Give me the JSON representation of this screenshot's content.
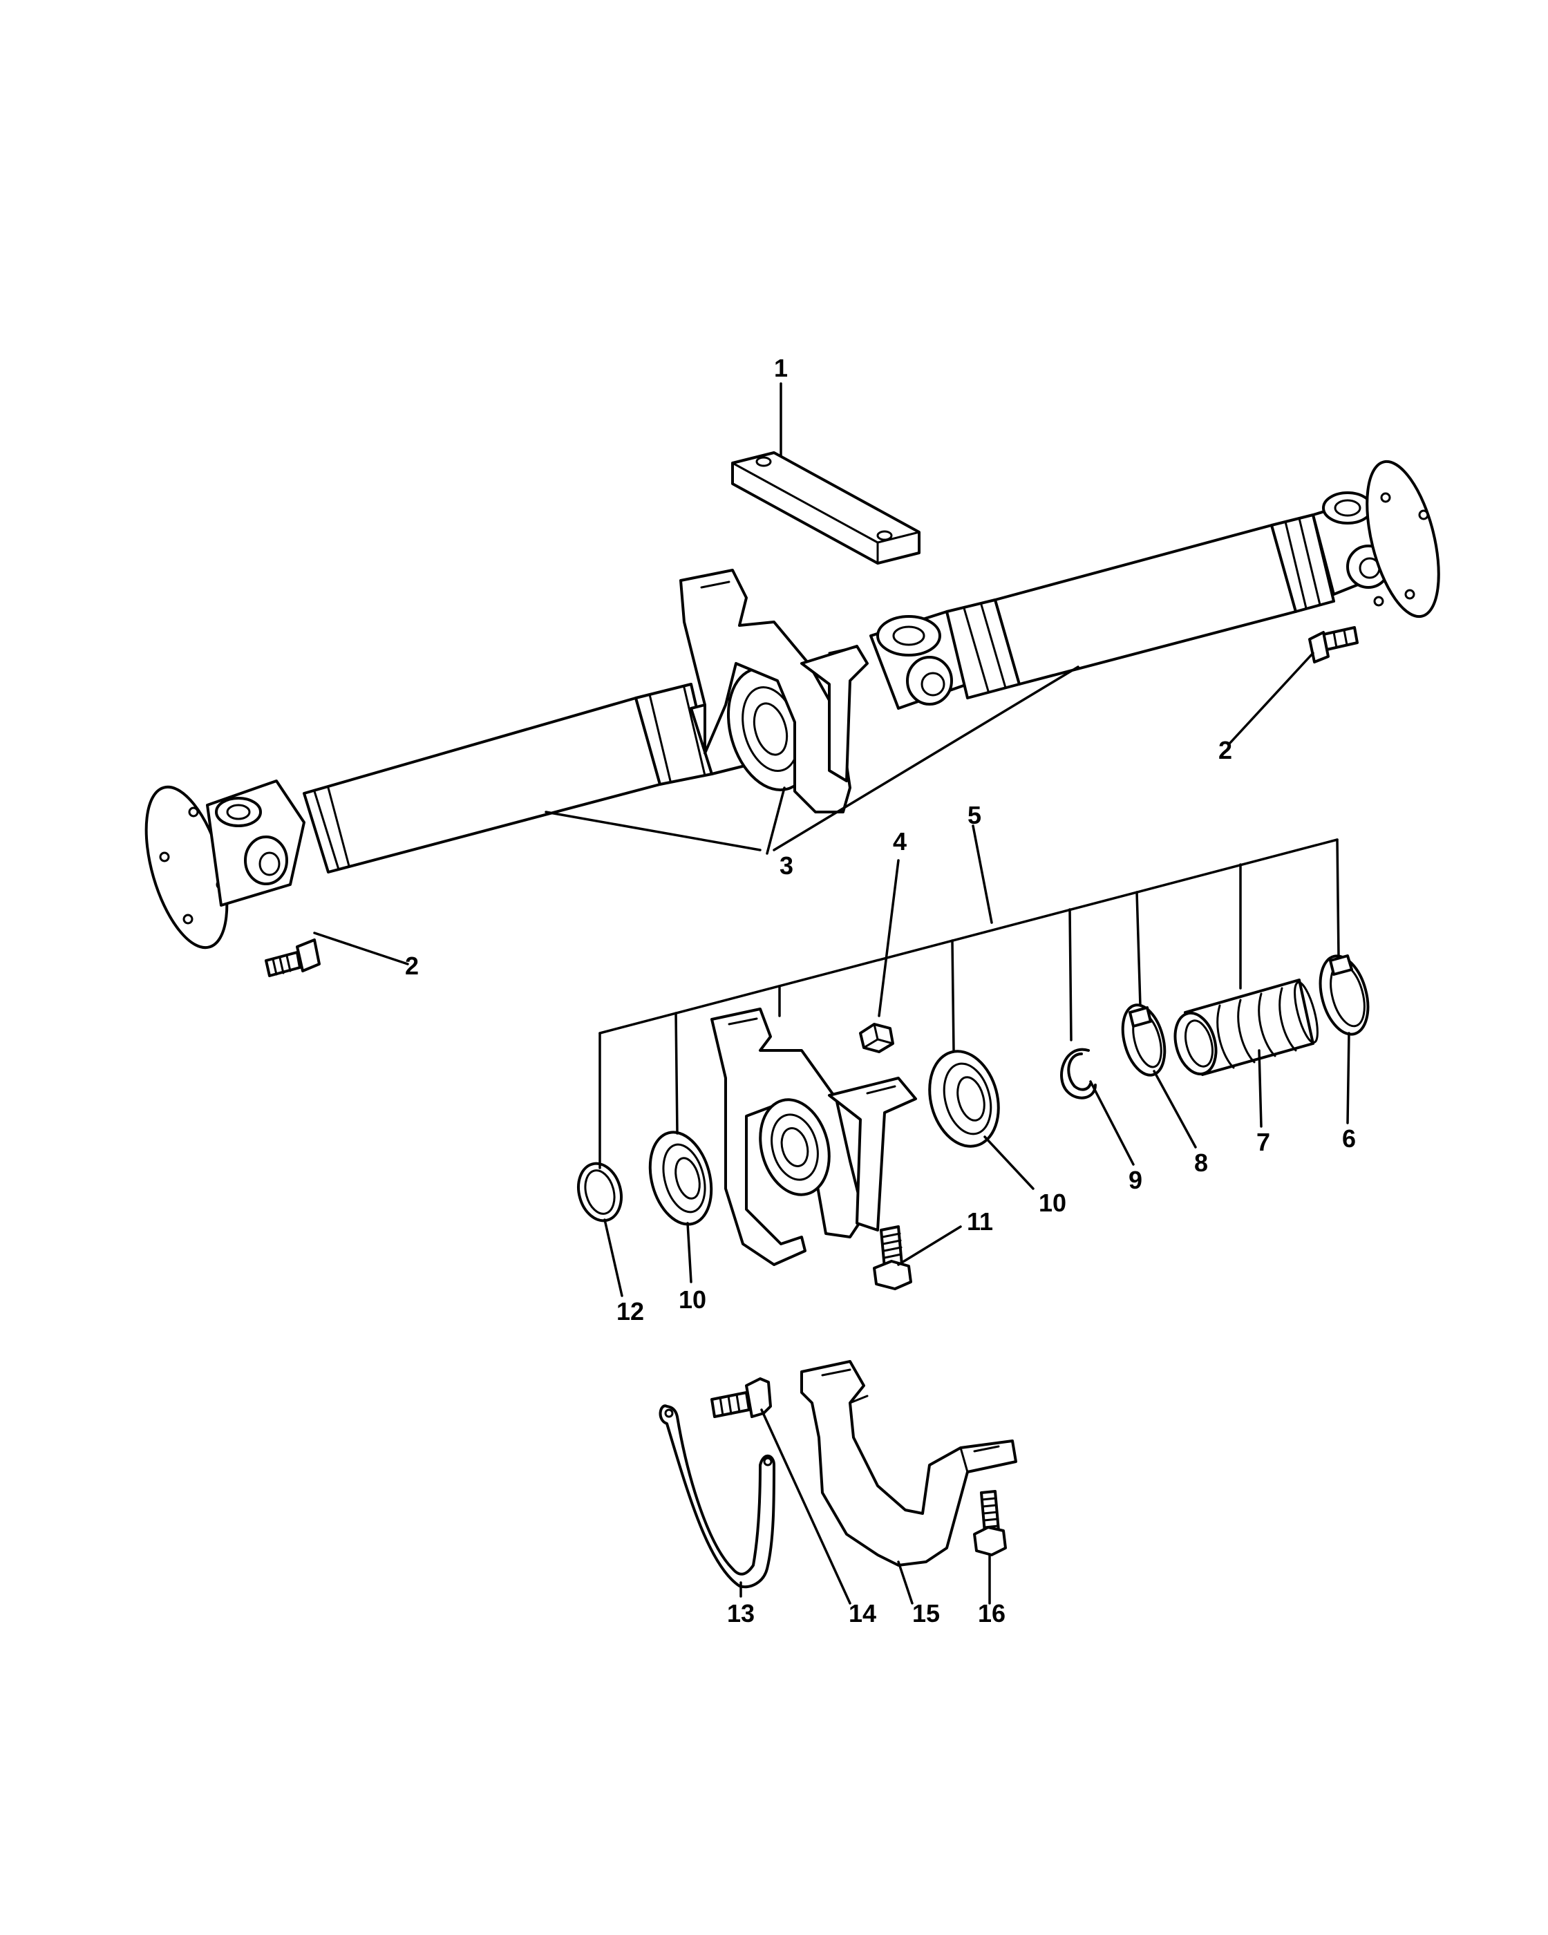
{
  "callouts": {
    "c1": "1",
    "c2a": "2",
    "c2b": "2",
    "c3": "3",
    "c4": "4",
    "c5": "5",
    "c6": "6",
    "c7": "7",
    "c8": "8",
    "c9": "9",
    "c10a": "10",
    "c10b": "10",
    "c11": "11",
    "c12": "12",
    "c13": "13",
    "c14": "14",
    "c15": "15",
    "c16": "16"
  }
}
